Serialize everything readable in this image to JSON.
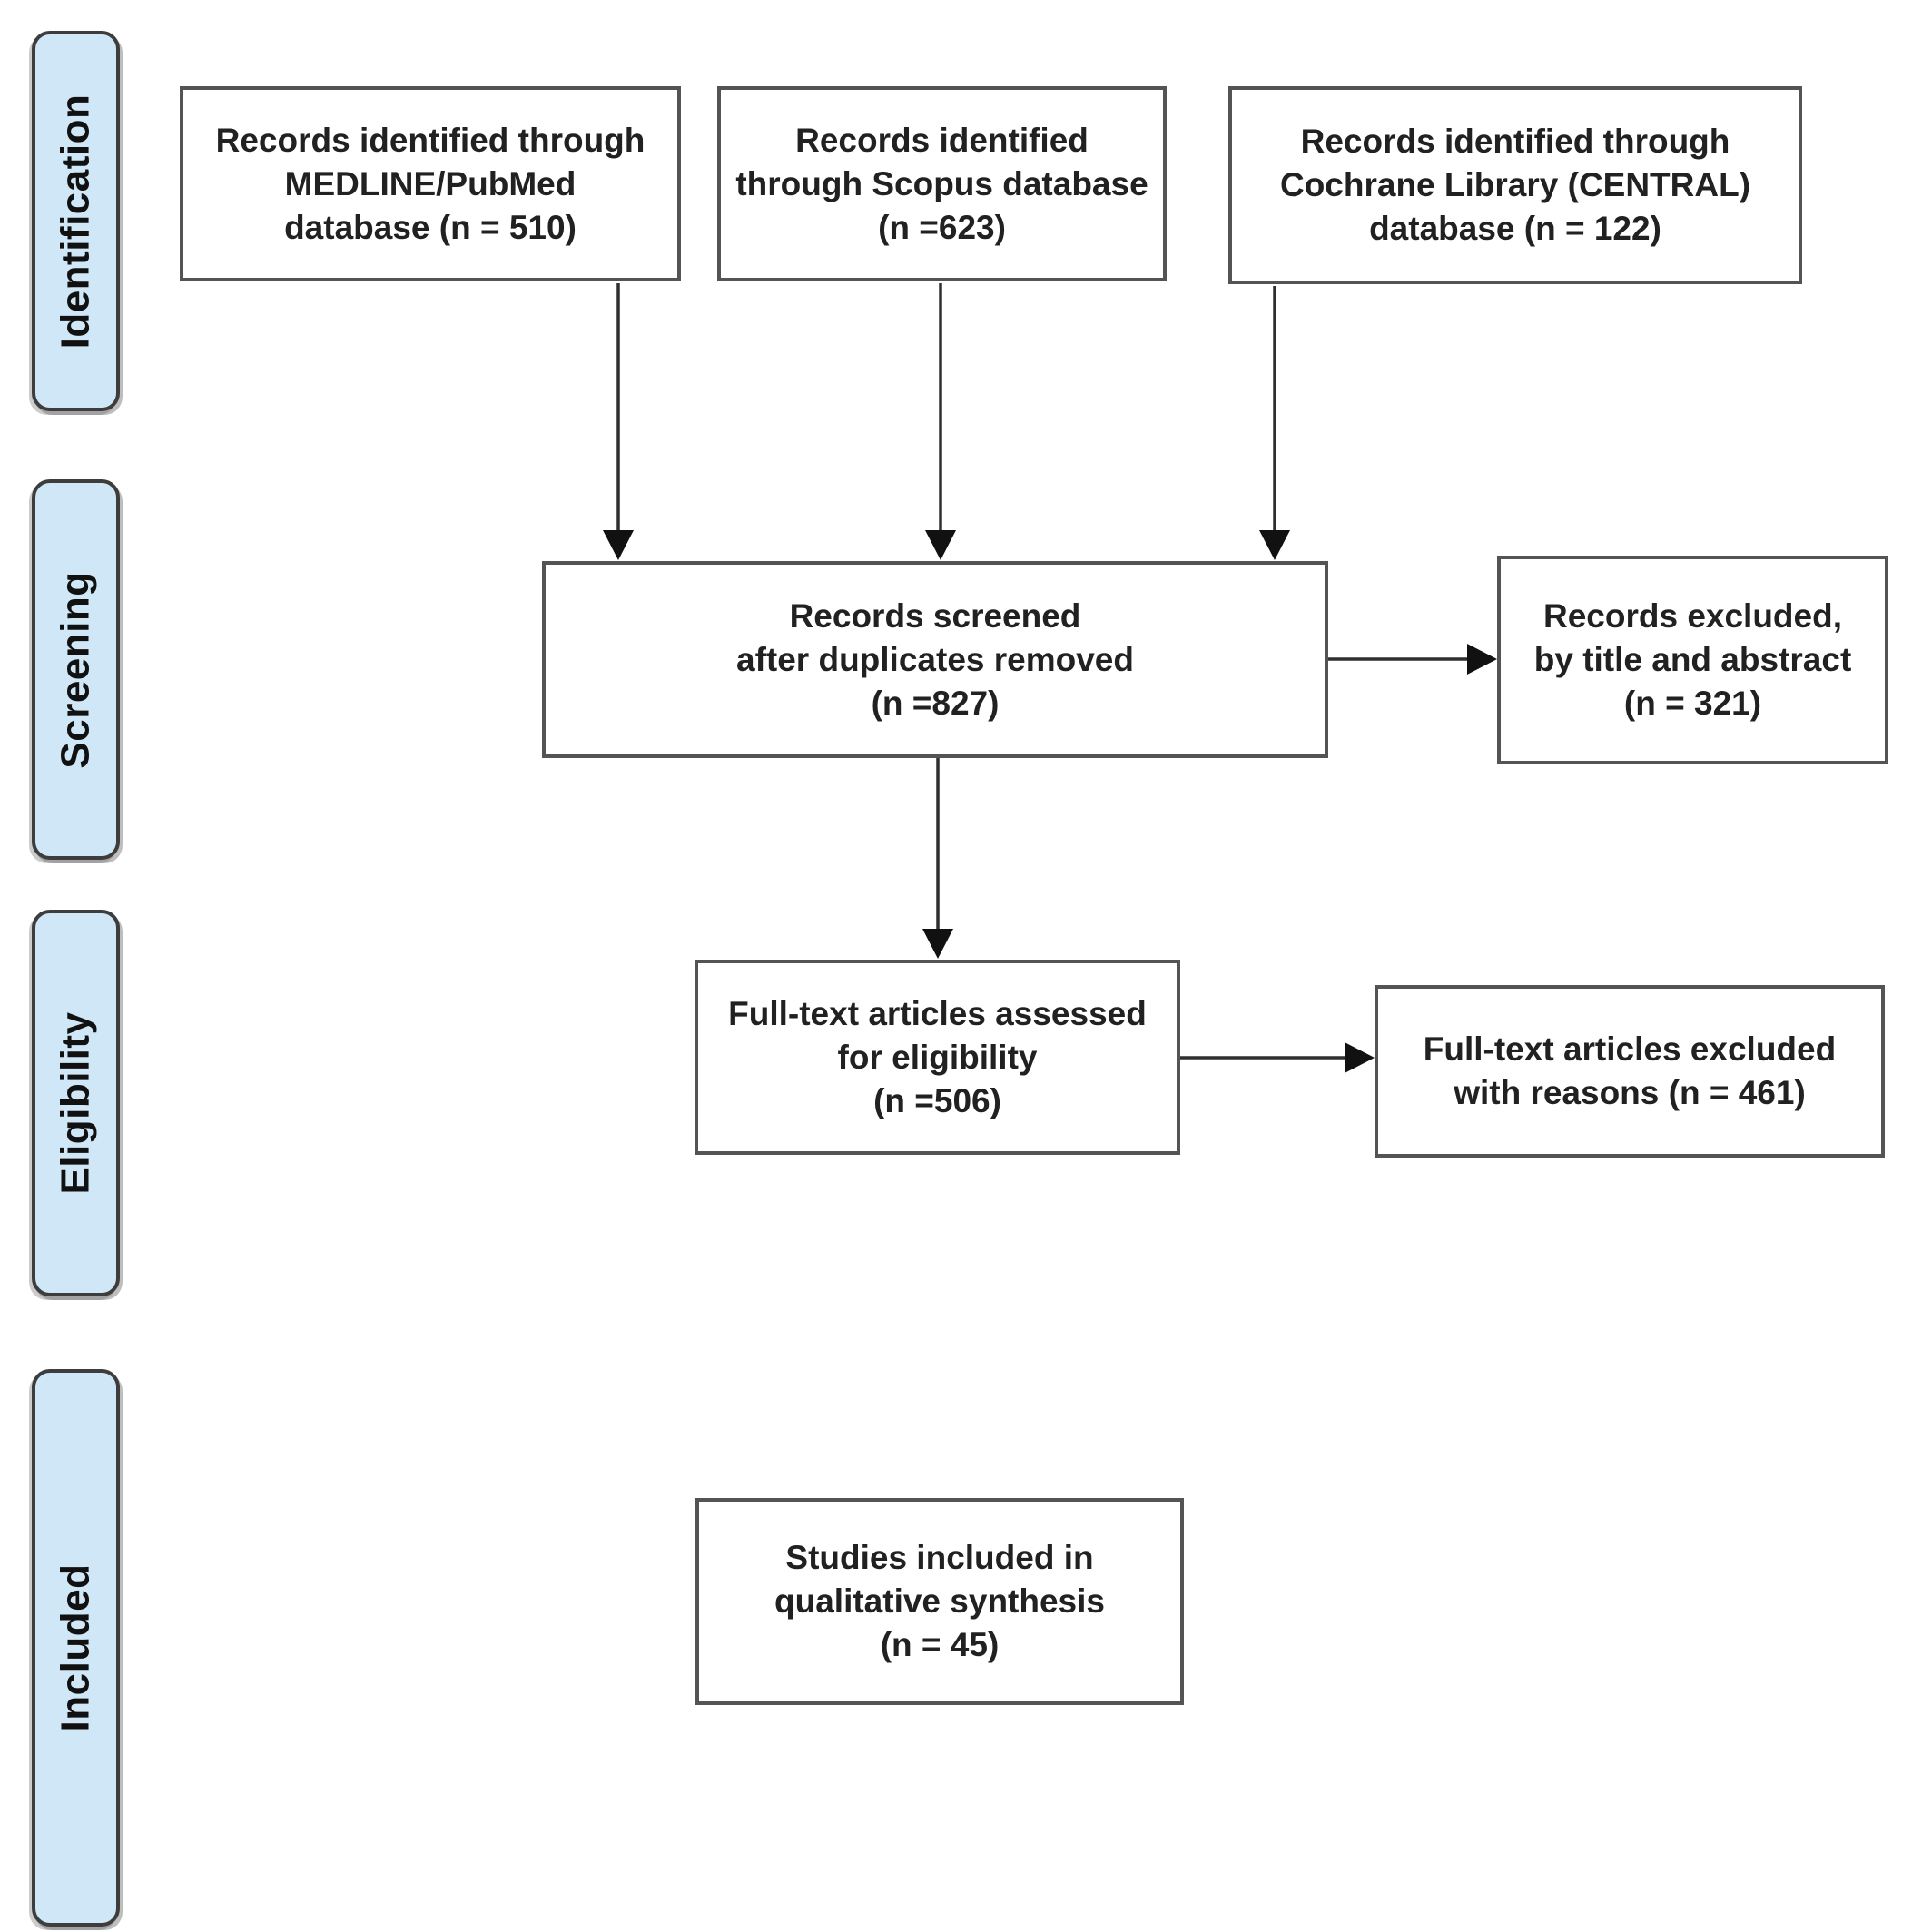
{
  "diagram": {
    "type": "prisma-flow-diagram",
    "background": "#ffffff",
    "colors": {
      "stage_fill": "#cfe7f7",
      "stage_border": "#3d3d3d",
      "node_fill": "#ffffff",
      "node_border": "#545454",
      "arrow": "#2f2f2f",
      "text": "#212121"
    },
    "stages": [
      {
        "label": "Identification"
      },
      {
        "label": "Screening"
      },
      {
        "label": "Eligibility"
      },
      {
        "label": "Included"
      }
    ],
    "nodes": {
      "medline": {
        "lines": [
          "Records identified through",
          "MEDLINE/PubMed",
          "database (n = 510)"
        ]
      },
      "scopus": {
        "lines": [
          "Records identified",
          "through Scopus database",
          "(n =623)"
        ]
      },
      "cochrane": {
        "lines": [
          "Records identified through",
          "Cochrane Library (CENTRAL)",
          "database (n = 122)"
        ]
      },
      "screened": {
        "lines": [
          "Records screened",
          "after duplicates removed",
          "(n =827)"
        ]
      },
      "records_excluded": {
        "lines": [
          "Records excluded,",
          "by title and abstract",
          "(n = 321)"
        ]
      },
      "fulltext_assessed": {
        "lines": [
          "Full-text articles assessed",
          "for eligibility",
          "(n =506)"
        ]
      },
      "fulltext_excluded": {
        "lines": [
          "Full-text articles excluded",
          "with reasons (n = 461)"
        ]
      },
      "included_studies": {
        "lines": [
          "Studies included in",
          "qualitative synthesis",
          "(n = 45)"
        ]
      }
    }
  }
}
